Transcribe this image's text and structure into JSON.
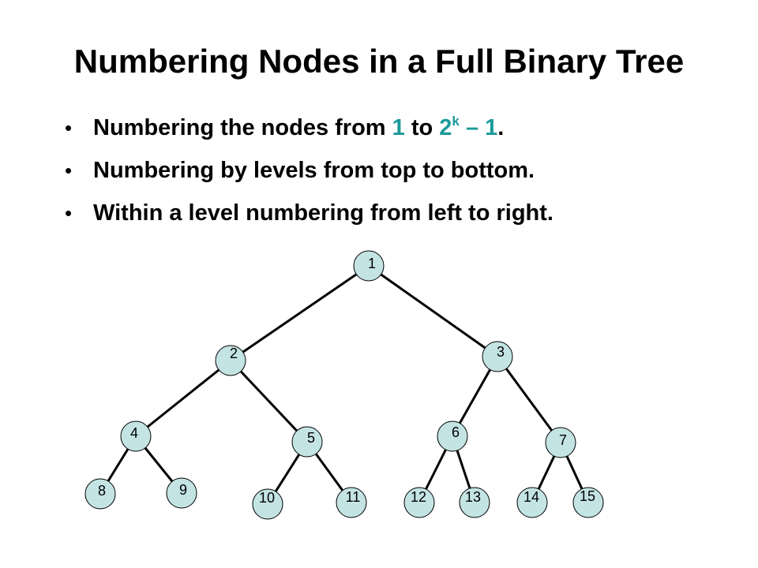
{
  "slide": {
    "title": "Numbering Nodes in a Full Binary Tree",
    "bullet_marker": "•",
    "bullets": {
      "b1": {
        "pre": "Numbering the nodes from ",
        "one": "1",
        "mid": " to ",
        "base": "2",
        "exp": "k",
        "tail": " – 1",
        "end": "."
      },
      "b2": "Numbering by levels from top to bottom.",
      "b3": "Within a level numbering from left to right."
    },
    "highlight_color": "#1a9a9a"
  },
  "tree": {
    "node_fill": "#c4e4e4",
    "edge_color": "#000000",
    "nodes": [
      {
        "id": "1"
      },
      {
        "id": "2"
      },
      {
        "id": "3"
      },
      {
        "id": "4"
      },
      {
        "id": "5"
      },
      {
        "id": "6"
      },
      {
        "id": "7"
      },
      {
        "id": "8"
      },
      {
        "id": "9"
      },
      {
        "id": "10"
      },
      {
        "id": "11"
      },
      {
        "id": "12"
      },
      {
        "id": "13"
      },
      {
        "id": "14"
      },
      {
        "id": "15"
      }
    ],
    "edges": [
      [
        "1",
        "2"
      ],
      [
        "1",
        "3"
      ],
      [
        "2",
        "4"
      ],
      [
        "2",
        "5"
      ],
      [
        "3",
        "6"
      ],
      [
        "3",
        "7"
      ],
      [
        "4",
        "8"
      ],
      [
        "4",
        "9"
      ],
      [
        "5",
        "10"
      ],
      [
        "5",
        "11"
      ],
      [
        "6",
        "12"
      ],
      [
        "6",
        "13"
      ],
      [
        "7",
        "14"
      ],
      [
        "7",
        "15"
      ]
    ]
  }
}
